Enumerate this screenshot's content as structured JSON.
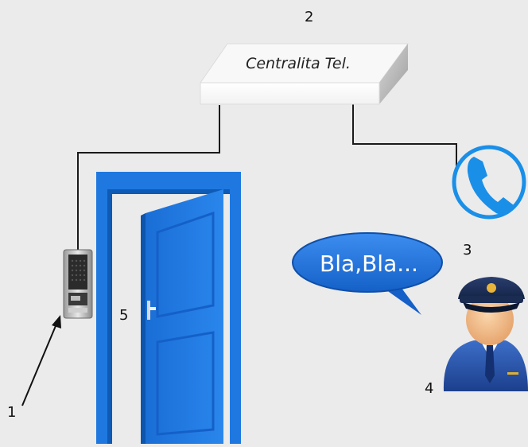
{
  "pbx": {
    "label": "Centralita Tel."
  },
  "speech": {
    "text": "Bla,Bla..."
  },
  "callouts": {
    "n1": "1",
    "n2": "2",
    "n3": "3",
    "n4": "4",
    "n5": "5"
  },
  "colors": {
    "background": "#ebebeb",
    "door_blue": "#1e78e0",
    "door_dark": "#0f5ab4",
    "bubble_blue": "#1a6fd8",
    "phone_blue": "#1a8fe8",
    "wire": "#1a1a1a"
  },
  "icons": {
    "intercom": "intercom-panel-icon",
    "phone": "phone-handset-icon",
    "guard": "security-guard-icon",
    "door": "open-door-icon"
  }
}
